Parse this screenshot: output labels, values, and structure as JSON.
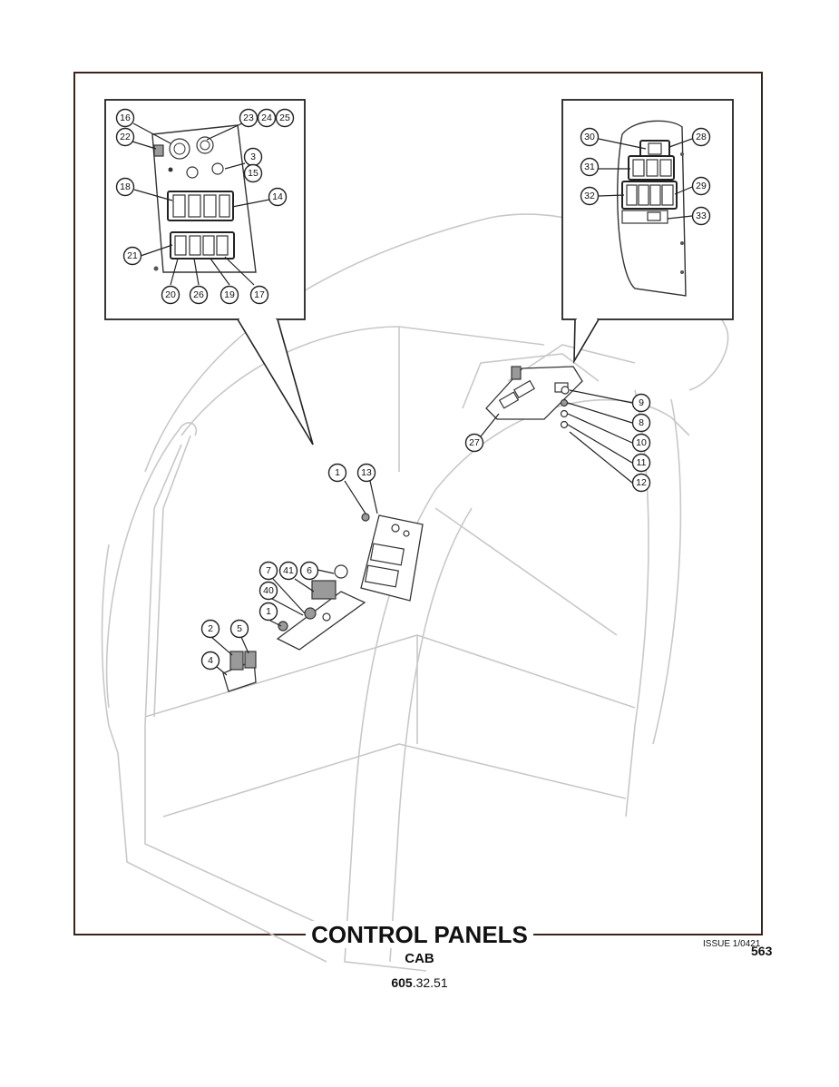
{
  "callouts": {
    "inset_left": [
      "16",
      "23",
      "24",
      "25",
      "22",
      "3",
      "15",
      "18",
      "14",
      "21",
      "20",
      "26",
      "19",
      "17"
    ],
    "inset_right": [
      "30",
      "28",
      "31",
      "32",
      "29",
      "33"
    ],
    "main": [
      "27",
      "9",
      "8",
      "10",
      "11",
      "12",
      "1",
      "13",
      "7",
      "41",
      "6",
      "40",
      "1",
      "2",
      "5",
      "4"
    ]
  },
  "footer": {
    "title": "CONTROL PANELS",
    "subtitle": "CAB",
    "number_bold": "605",
    "number_rest": ".32.51",
    "issue": "ISSUE 1/0421",
    "page": "563"
  }
}
